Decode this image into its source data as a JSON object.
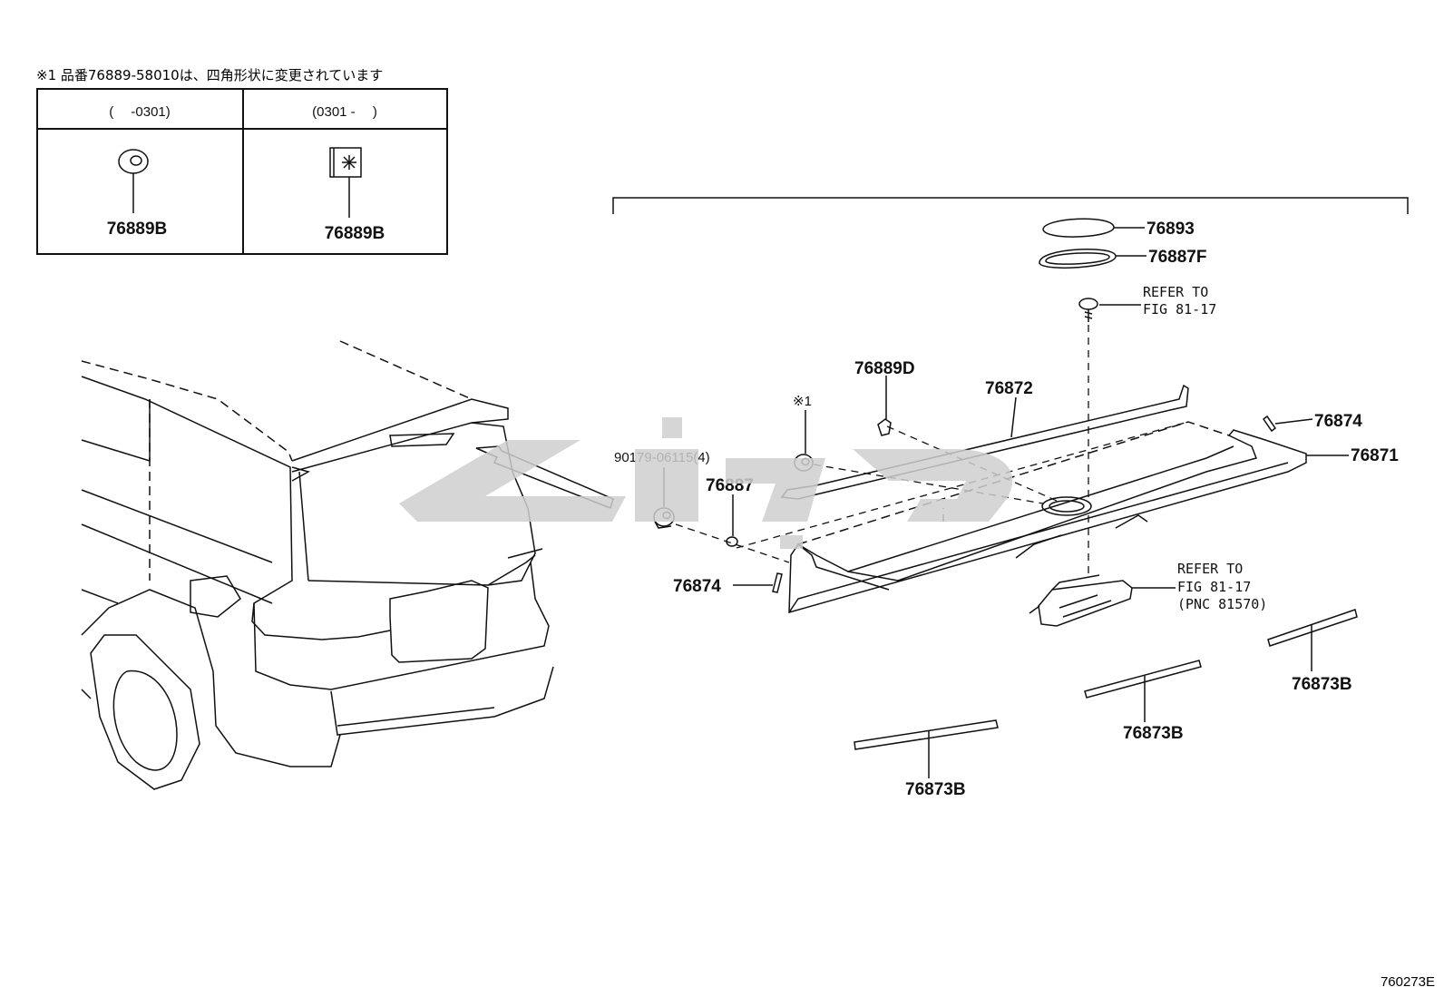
{
  "note_text": "※1 品番76889-58010は、四角形状に変更されています",
  "inset_table": {
    "col1_header": "(　 -0301)",
    "col2_header": "(0301 -　 )",
    "col1_part": "76889B",
    "col2_part": "76889B"
  },
  "labels": {
    "p76893": "76893",
    "p76887f": "76887F",
    "refer1_line1": "REFER TO",
    "refer1_line2": "FIG 81-17",
    "p76889d": "76889D",
    "p76872": "76872",
    "mark1": "※1",
    "p76874_right": "76874",
    "p76871": "76871",
    "p90179": "90179-06115(4)",
    "p76887": "76887",
    "p76874_left": "76874",
    "refer2_line1": "REFER TO",
    "refer2_line2": "FIG 81-17",
    "refer2_line3": "(PNC 81570)",
    "p76873b_1": "76873B",
    "p76873b_2": "76873B",
    "p76873b_3": "76873B"
  },
  "figure_id": "760273E",
  "colors": {
    "line": "#111111",
    "watermark": "#cfcfcf"
  }
}
